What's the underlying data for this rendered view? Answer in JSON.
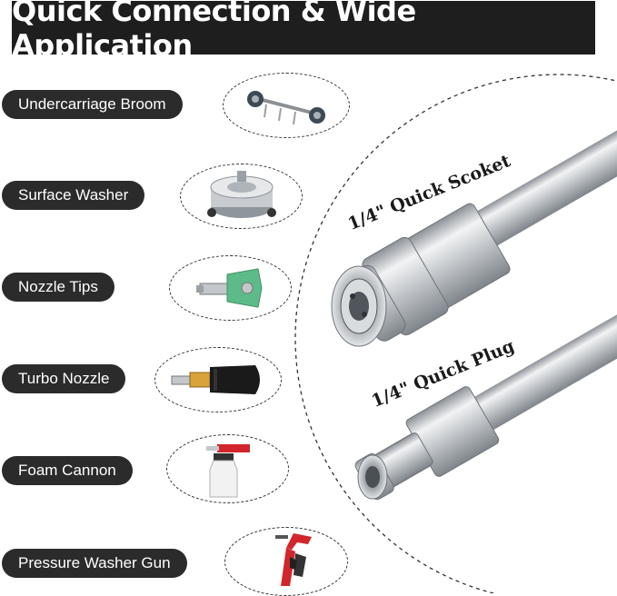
{
  "header": {
    "title": "Quick Connection & Wide Application"
  },
  "applications": [
    {
      "label": "Undercarriage Broom",
      "icon": "undercarriage-broom-icon"
    },
    {
      "label": "Surface Washer",
      "icon": "surface-washer-icon"
    },
    {
      "label": "Nozzle Tips",
      "icon": "nozzle-tip-icon"
    },
    {
      "label": "Turbo Nozzle",
      "icon": "turbo-nozzle-icon"
    },
    {
      "label": "Foam Cannon",
      "icon": "foam-cannon-icon"
    },
    {
      "label": "Pressure Washer Gun",
      "icon": "pressure-washer-gun-icon"
    }
  ],
  "product": {
    "socket_label": "1/4\" Quick Scoket",
    "plug_label": "1/4\" Quick Plug"
  },
  "colors": {
    "banner": "#1e1e1e",
    "pill": "#2b2b2b",
    "steel": "#c9cdd1",
    "nozzle_green": "#5dbb8a",
    "gun_red": "#d1262b"
  }
}
